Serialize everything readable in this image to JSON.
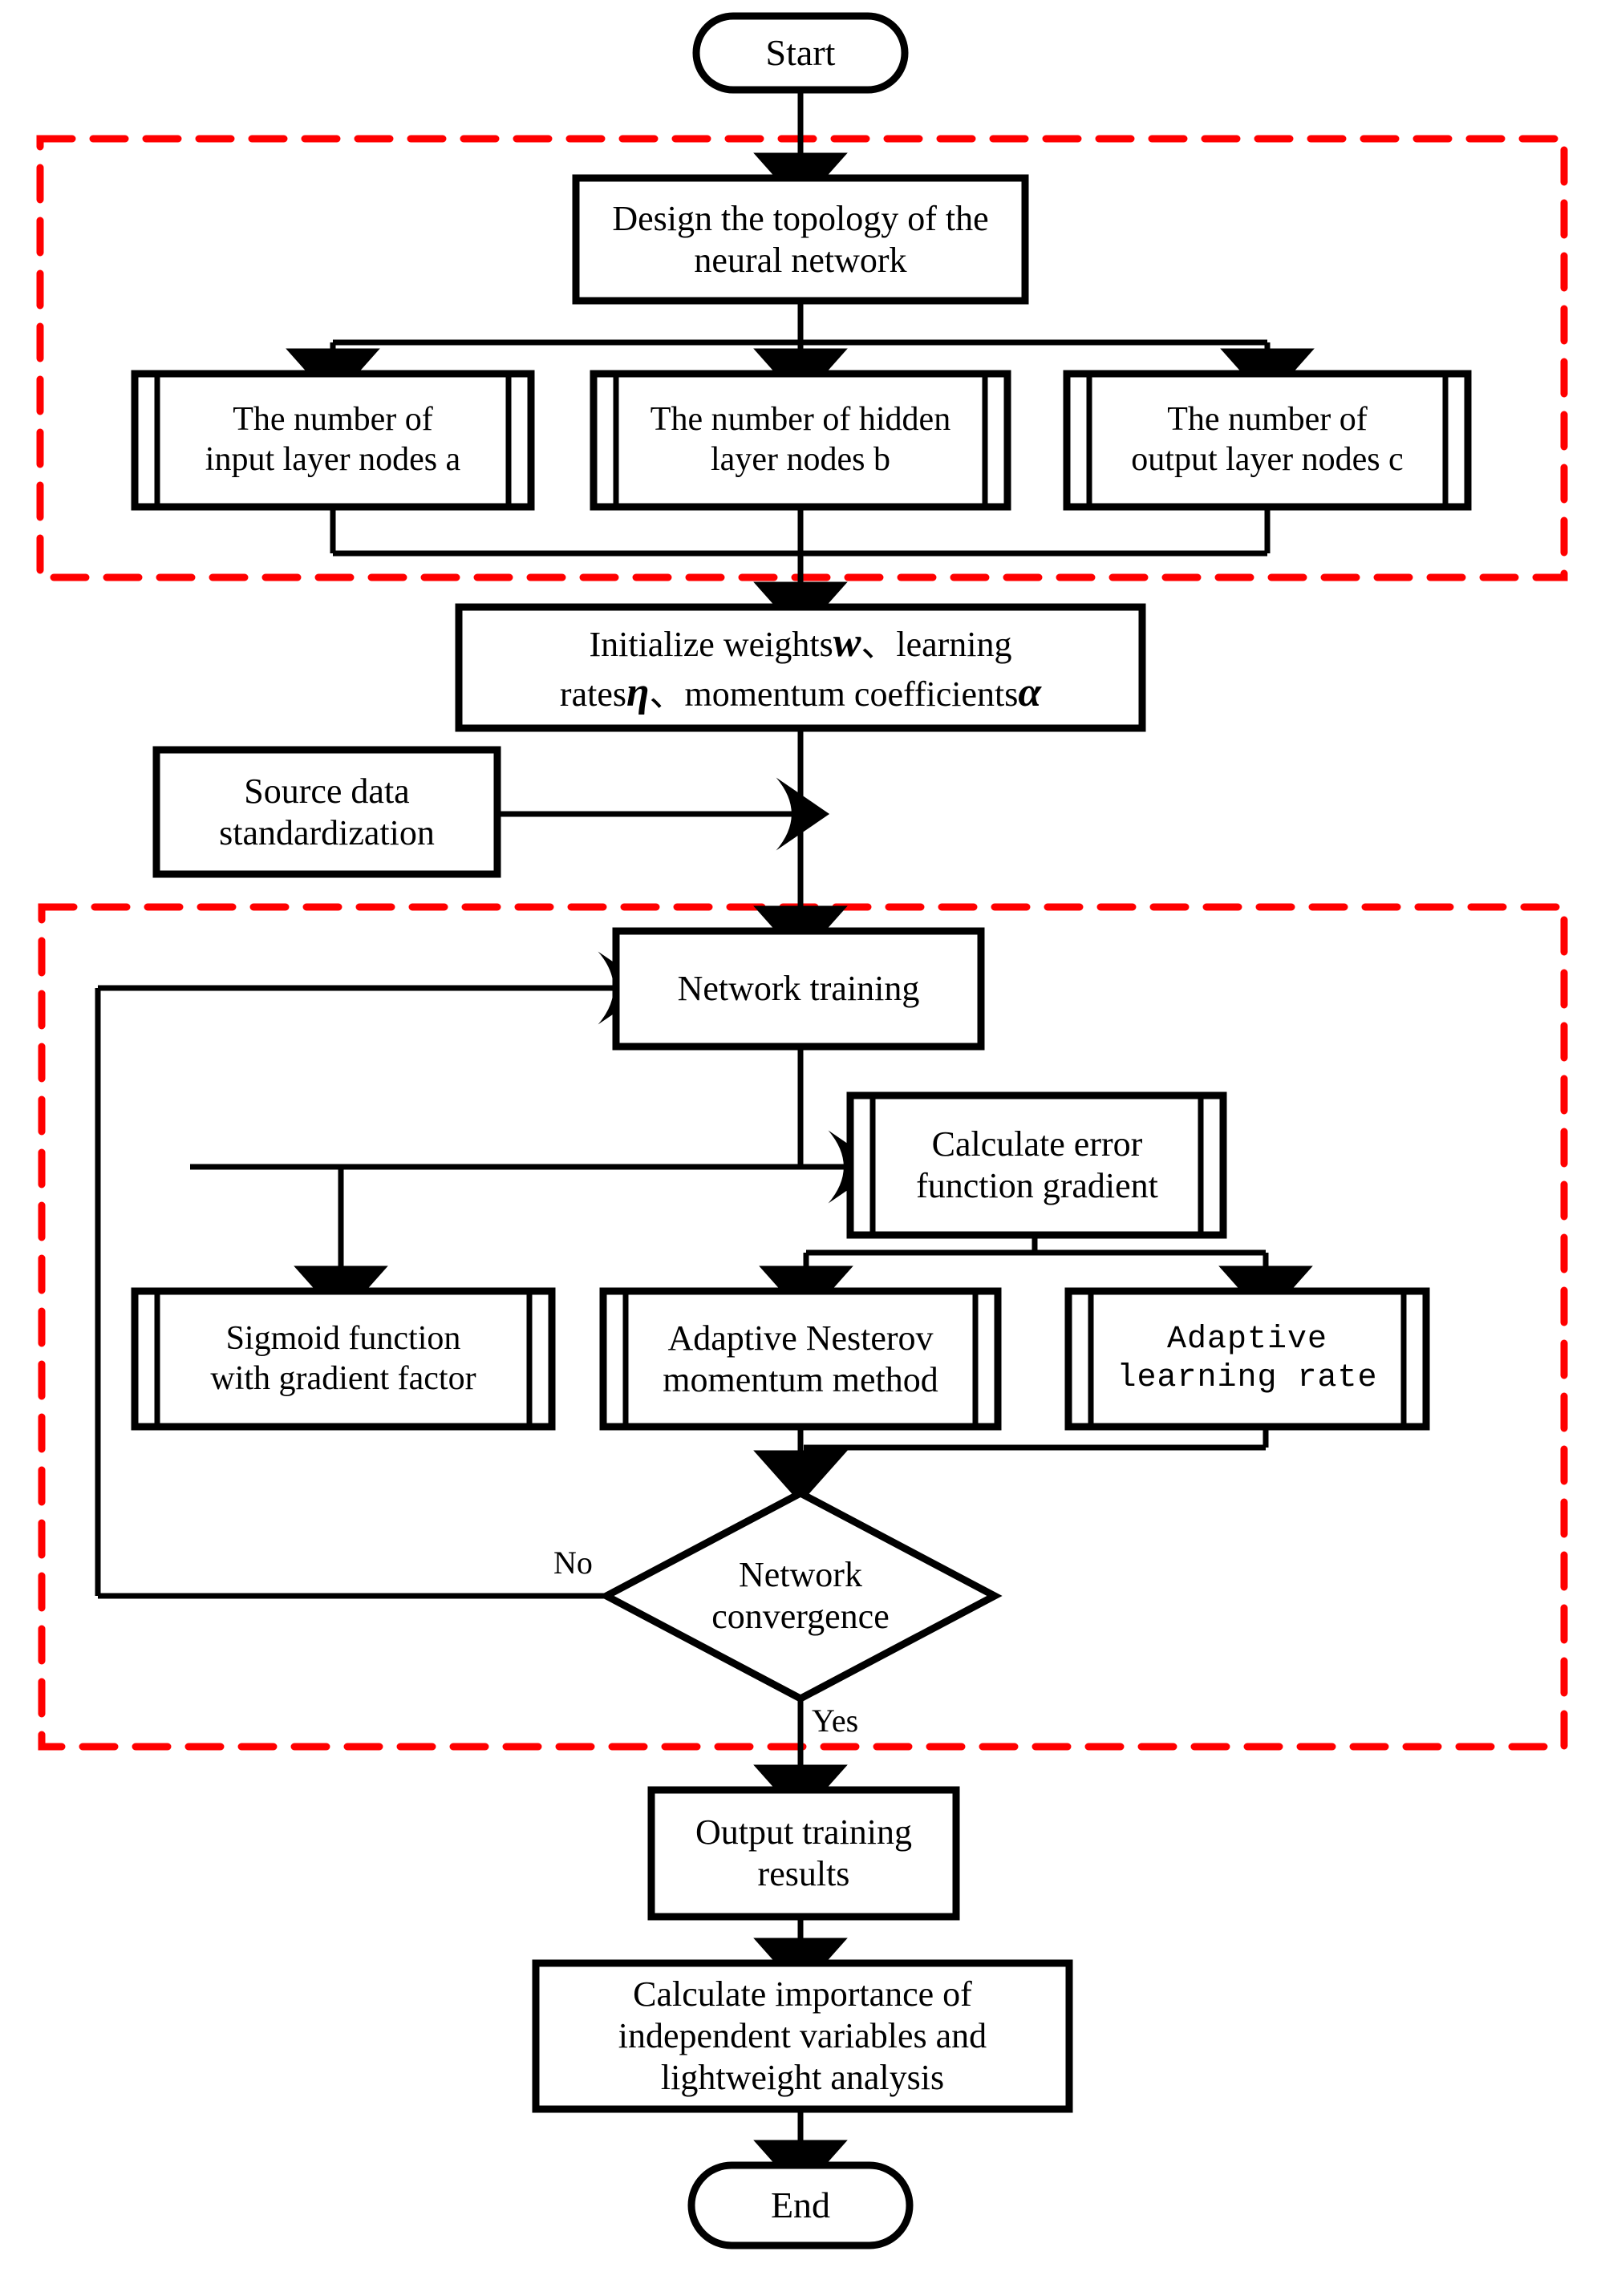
{
  "diagram": {
    "title_type": "flowchart",
    "colors": {
      "stroke": "#000000",
      "fill": "#ffffff",
      "group_border": "#FF0000",
      "background": "#ffffff"
    },
    "nodes": {
      "start": {
        "label": "Start",
        "shape": "terminator"
      },
      "design_topology": {
        "label": "Design the topology of the\nneural network",
        "shape": "process"
      },
      "input_nodes": {
        "label": "The number of\ninput layer nodes  a",
        "shape": "predefined-process"
      },
      "hidden_nodes": {
        "label": "The number of hidden\nlayer nodes  b",
        "shape": "predefined-process"
      },
      "output_nodes": {
        "label": "The number of\noutput layer nodes c",
        "shape": "predefined-process"
      },
      "initialize": {
        "shape": "process",
        "line1_pre": "Initialize weights ",
        "line1_sym": "w",
        "line1_post": "、learning",
        "line2_pre": "rates ",
        "line2_sym": "η",
        "line2_mid": "、momentum coefficients ",
        "line2_sym2": "α"
      },
      "source_data": {
        "label": "Source data\nstandardization",
        "shape": "process"
      },
      "network_training": {
        "label": "Network training",
        "shape": "process"
      },
      "error_gradient": {
        "label": "Calculate error\nfunction gradient",
        "shape": "predefined-process"
      },
      "sigmoid": {
        "label": "Sigmoid function\nwith gradient factor",
        "shape": "predefined-process"
      },
      "nesterov": {
        "label": "Adaptive Nesterov\nmomentum method",
        "shape": "predefined-process"
      },
      "adaptive_lr": {
        "label": "Adaptive\nlearning rate",
        "shape": "predefined-process",
        "font": "monospace"
      },
      "convergence": {
        "label": "Network\nconvergence",
        "shape": "decision"
      },
      "output_results": {
        "label": "Output training\nresults",
        "shape": "process"
      },
      "importance": {
        "label": "Calculate importance of\nindependent variables and\nlightweight analysis",
        "shape": "process"
      },
      "end": {
        "label": "End",
        "shape": "terminator"
      }
    },
    "edge_labels": {
      "no": "No",
      "yes": "Yes"
    },
    "groups": [
      {
        "name": "topology-design-group",
        "border": "dashed-red"
      },
      {
        "name": "training-loop-group",
        "border": "dashed-red"
      }
    ]
  }
}
